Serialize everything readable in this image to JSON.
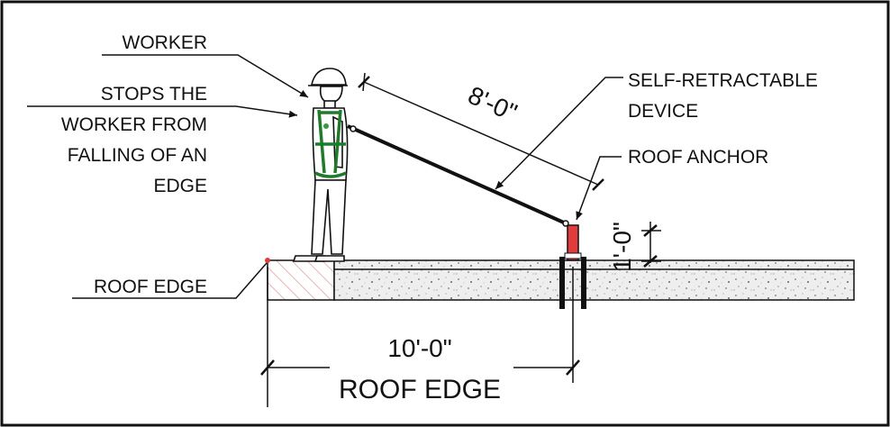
{
  "labels": {
    "worker": "WORKER",
    "harness_line1": "STOPS THE",
    "harness_line2": "WORKER FROM",
    "harness_line3": "FALLING OF AN",
    "harness_line4": "EDGE",
    "srd_line1": "SELF-RETRACTABLE",
    "srd_line2": "DEVICE",
    "roof_anchor": "ROOF ANCHOR",
    "roof_edge_left": "ROOF EDGE",
    "lanyard_length": "8'-0\"",
    "anchor_height": "1'-0\"",
    "edge_distance": "10'-0\"",
    "edge_distance_caption": "ROOF EDGE"
  },
  "colors": {
    "line": "#111111",
    "hatch": "#d98a8a",
    "anchor": "#e23b3b",
    "harness": "#2e9e3a",
    "concrete": "#efefef"
  }
}
